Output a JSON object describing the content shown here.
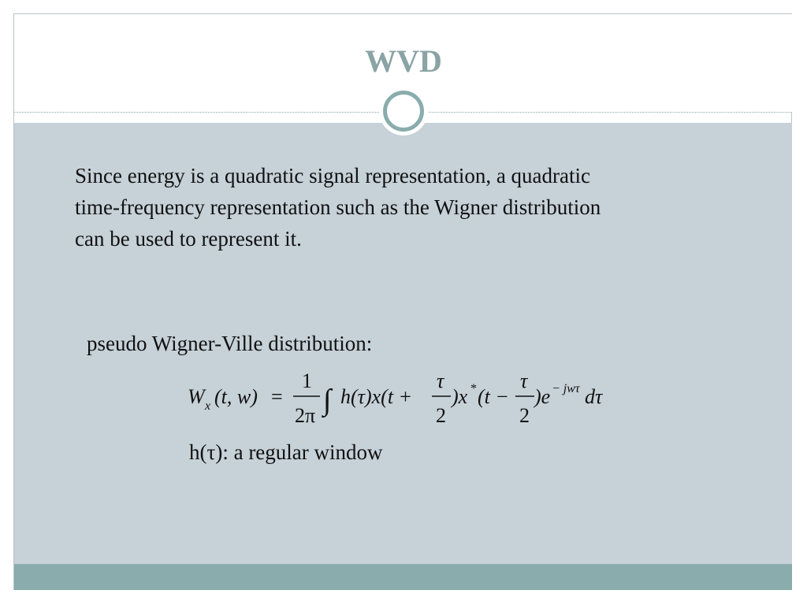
{
  "slide": {
    "title": "WVD",
    "paragraph_lines": [
      "Since energy is a quadratic signal representation, a quadratic",
      "time-frequency representation such as the Wigner distribution",
      "can be used to represent it."
    ],
    "pseudo_label": "pseudo Wigner-Ville distribution:",
    "window_note": "h(τ): a regular window"
  },
  "formula": {
    "lhs_W": "W",
    "lhs_sub": "x",
    "lhs_args": "(t, w)",
    "equals": "=",
    "frac1_num": "1",
    "frac1_den": "2π",
    "integral": "∫",
    "h_part": "h(τ)x(t +",
    "frac2_num": "τ",
    "frac2_den": "2",
    "mid_part": ")x",
    "star": "*",
    "t_minus": "(t −",
    "frac3_num": "τ",
    "frac3_den": "2",
    "close_e": ")e",
    "exponent": "− jwτ",
    "d_tau": "dτ"
  },
  "colors": {
    "title": "#8aa3a5",
    "content_bg": "#c6d1d8",
    "footer_bar": "#8aacac",
    "ring": "#8aacac",
    "text": "#111111"
  }
}
